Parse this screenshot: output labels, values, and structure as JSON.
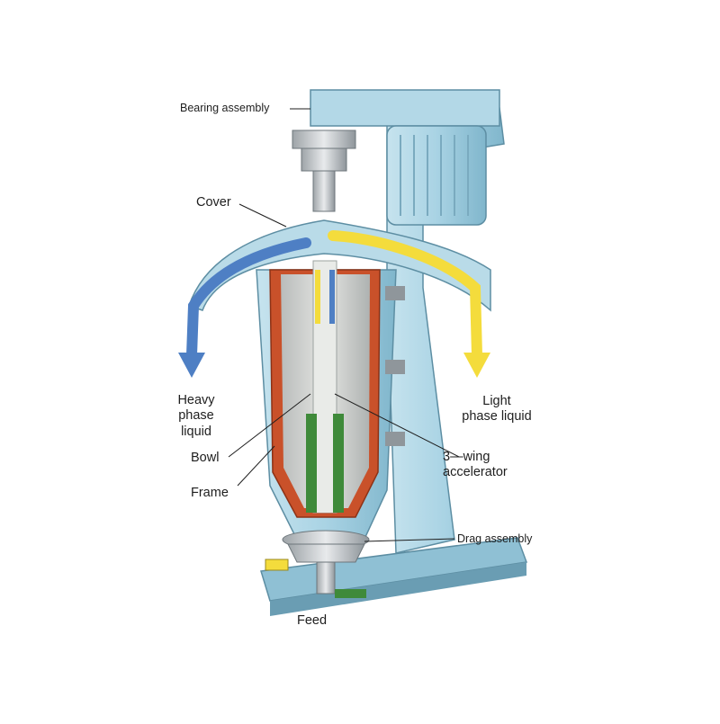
{
  "labels": {
    "bearing_assembly": "Bearing assembly",
    "cover": "Cover",
    "heavy_phase": [
      "Heavy",
      "phase",
      "liquid"
    ],
    "light_phase": [
      "Light",
      "phase liquid"
    ],
    "bowl": "Bowl",
    "frame": "Frame",
    "accelerator": [
      "3—wing",
      "accelerator"
    ],
    "drag_assembly": "Drag assembly",
    "feed": "Feed"
  },
  "colors": {
    "machine_body": "#a9d3e4",
    "machine_shadow": "#7fb3c9",
    "bowl_wall": "#c9512a",
    "bowl_interior": "#d7d9d6",
    "heavy_phase_flow": "#4e7fc4",
    "light_phase_flow": "#f4dc3c",
    "solids": "#3f8a3a",
    "metal": "#c9cdd0"
  },
  "icons": [
    "heavy-phase-outlet-arrow-icon",
    "light-phase-outlet-arrow-icon",
    "feed-inlet-icon"
  ]
}
